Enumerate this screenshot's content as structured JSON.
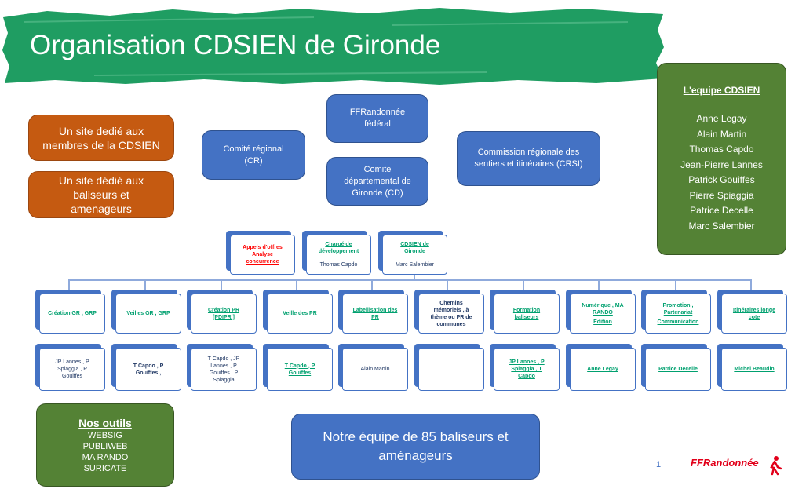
{
  "title": "Organisation CDSIEN  de Gironde",
  "left_boxes": [
    {
      "lines": [
        "Un site dedié aux",
        "membres de la CDSIEN"
      ]
    },
    {
      "lines": [
        "Un site dédié aux",
        "baliseurs et",
        "amenageurs"
      ]
    }
  ],
  "top_boxes": {
    "regional": {
      "lines": [
        "Comité régional",
        "(CR)"
      ]
    },
    "federal": {
      "lines": [
        "FFRandonnée",
        "fédéral"
      ]
    },
    "departemental": {
      "lines": [
        "Comite",
        "départemental de",
        "Gironde (CD)"
      ]
    },
    "crsi": {
      "lines": [
        "Commission régionale des",
        "sentiers et itinéraires (CRSI)"
      ]
    }
  },
  "team": {
    "title": "L'equipe CDSIEN",
    "members": [
      "Anne Legay",
      "Alain Martin",
      "Thomas Capdo",
      "Jean-Pierre Lannes",
      "Patrick Gouiffes",
      "Pierre Spiaggia",
      "Patrice Decelle",
      "Marc Salembier"
    ]
  },
  "mid_cards": [
    {
      "style": "red",
      "lines": [
        "Appels d'offres",
        "Analyse",
        "concurrence"
      ]
    },
    {
      "style": "green",
      "lines": [
        "Chargé de",
        "développement"
      ],
      "sub": "Thomas Capdo"
    },
    {
      "style": "green",
      "lines": [
        "CDSIEN de",
        "Gironde"
      ],
      "sub": "Marc Salembier"
    }
  ],
  "commissions": [
    {
      "lines": [
        "Création GR , GRP"
      ],
      "style": "green"
    },
    {
      "lines": [
        "Veilles GR , GRP"
      ],
      "style": "green"
    },
    {
      "lines": [
        "Création PR",
        "[PDIPR ]"
      ],
      "style": "green"
    },
    {
      "lines": [
        "Veille des PR"
      ],
      "style": "green"
    },
    {
      "lines": [
        "Labellisation des",
        "PR"
      ],
      "style": "green"
    },
    {
      "lines": [
        "Chemins",
        "mémoriels , à",
        "thème  ou PR de",
        "communes"
      ],
      "style": "plain"
    },
    {
      "lines": [
        "Formation",
        "baliseurs"
      ],
      "style": "green"
    },
    {
      "lines": [
        "Numérique ,  MA",
        "RANDO",
        "Edition"
      ],
      "style": "green"
    },
    {
      "lines": [
        "Promotion ,",
        "Partenariat",
        "Communication"
      ],
      "style": "green"
    },
    {
      "lines": [
        "Itinéraires longe",
        "cote"
      ],
      "style": "green"
    }
  ],
  "people": [
    {
      "lines": [
        "JP Lannes , P",
        "Spiaggia , P",
        "Gouiffes"
      ],
      "style": "plain"
    },
    {
      "lines": [
        "T Capdo , P",
        "Gouiffes ,"
      ],
      "style": "plainb"
    },
    {
      "lines": [
        "T Capdo , JP",
        "Lannes , P",
        "Gouiffes , P",
        "Spiaggia"
      ],
      "style": "plain"
    },
    {
      "lines": [
        "T Capdo , P",
        "Gouiffes"
      ],
      "style": "green"
    },
    {
      "lines": [
        "Alain Martin"
      ],
      "style": "plain"
    },
    {
      "lines": [],
      "style": "plain"
    },
    {
      "lines": [
        "JP Lannes , P",
        "Spiaggia , T",
        "Capdo"
      ],
      "style": "green"
    },
    {
      "lines": [
        "Anne Legay"
      ],
      "style": "green"
    },
    {
      "lines": [
        "Patrice Decelle"
      ],
      "style": "green"
    },
    {
      "lines": [
        "Michel Beaudin"
      ],
      "style": "green"
    }
  ],
  "tools": {
    "title": "Nos outils",
    "items": [
      "WEBSIG",
      "PUBLIWEB",
      "MA RANDO",
      "SURICATE"
    ]
  },
  "team_box": {
    "lines": [
      "Notre équipe de 85 baliseurs et",
      "aménageurs"
    ]
  },
  "footer": {
    "page": "1",
    "separator": "|",
    "logo": "FFRandonnée"
  },
  "colors": {
    "banner_green": "#1f9d62",
    "orange": "#c55a11",
    "blue": "#4472c4",
    "green": "#548235",
    "link_green": "#00a06f",
    "logo_red": "#e2001a"
  }
}
